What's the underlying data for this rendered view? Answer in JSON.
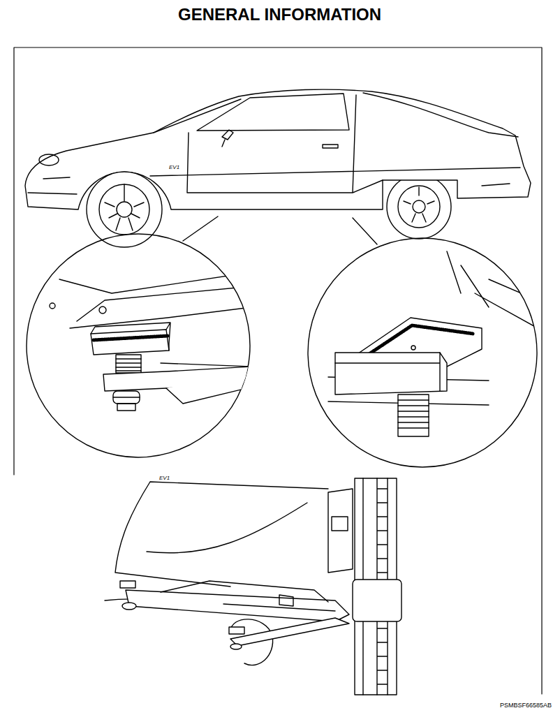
{
  "diagram": {
    "title": "GENERAL INFORMATION",
    "labels": [
      "EV1",
      "EV1",
      "PSMBSF66585AB"
    ]
  }
}
